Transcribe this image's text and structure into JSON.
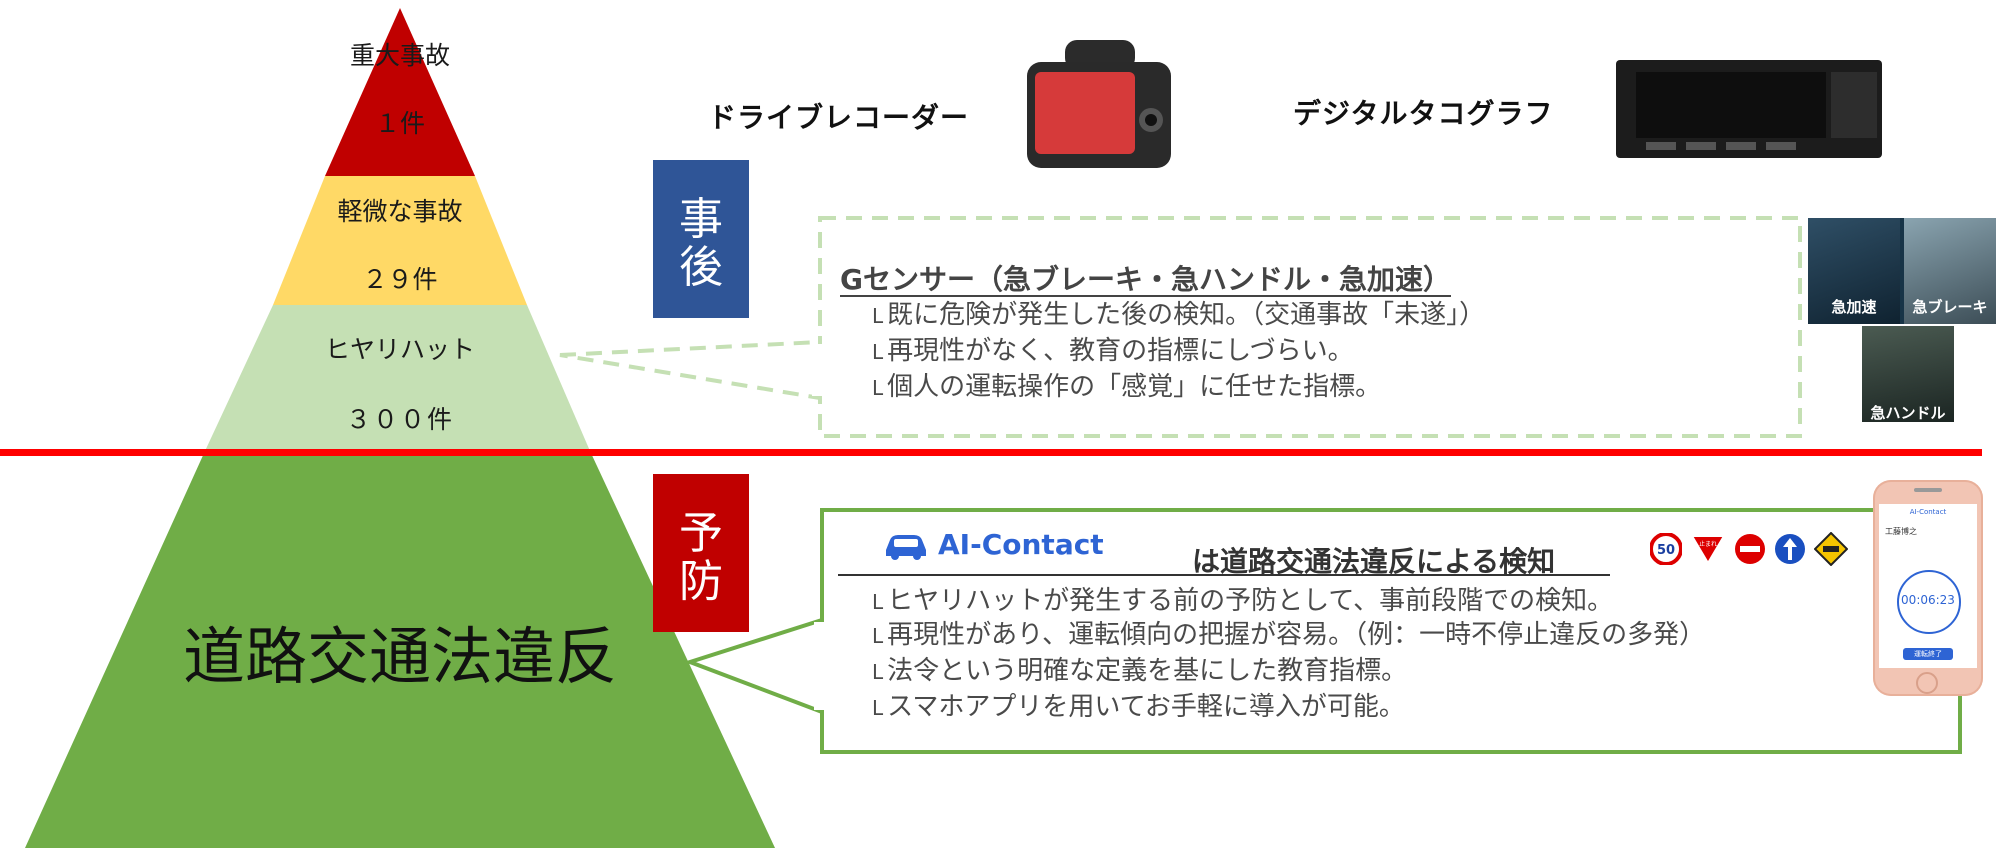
{
  "pyramid": {
    "tiers": [
      {
        "label": "重大事故",
        "count": "１件",
        "color": "#c00000"
      },
      {
        "label": "軽微な事故",
        "count": "２９件",
        "color": "#ffd966"
      },
      {
        "label": "ヒヤリハット",
        "count": "３００件",
        "color": "#c5e0b4"
      },
      {
        "label": "道路交通法違反",
        "color": "#70ad47"
      }
    ]
  },
  "divider_color": "#ff0000",
  "devices": {
    "drive_recorder": {
      "label": "ドライブレコーダー"
    },
    "digital_tachograph": {
      "label": "デジタルタコグラフ"
    }
  },
  "after": {
    "tag": "事後",
    "tag_color": "#2f5597",
    "heading": "Gセンサー（急ブレーキ・急ハンドル・急加速）",
    "bullets": [
      "既に危険が発生した後の検知。（交通事故「未遂」）",
      "再現性がなく、教育の指標にしづらい。",
      "個人の運転操作の「感覚」に任せた指標。"
    ],
    "images": [
      {
        "caption": "急加速"
      },
      {
        "caption": "急ブレーキ"
      },
      {
        "caption": "急ハンドル"
      }
    ]
  },
  "prevention": {
    "tag": "予防",
    "tag_color": "#c00000",
    "logo_text": "AI-Contact",
    "heading": "は道路交通法違反による検知",
    "bullets": [
      "ヒヤリハットが発生する前の予防として、事前段階での検知。",
      "再現性があり、運転傾向の把握が容易。（例：一時不停止違反の多発）",
      "法令という明確な定義を基にした教育指標。",
      "スマホアプリを用いてお手軽に導入が可能。"
    ],
    "signs": [
      {
        "icon": "speed-limit-50-sign-icon",
        "text": "50"
      },
      {
        "icon": "stop-sign-icon",
        "text": "止まれ"
      },
      {
        "icon": "no-entry-sign-icon"
      },
      {
        "icon": "one-way-sign-icon"
      },
      {
        "icon": "railroad-crossing-sign-icon"
      }
    ],
    "phone": {
      "app_title": "AI-Contact",
      "name": "工藤博之",
      "timer": "00:06:23",
      "button": "運転終了"
    }
  },
  "bullet_mark": "L"
}
